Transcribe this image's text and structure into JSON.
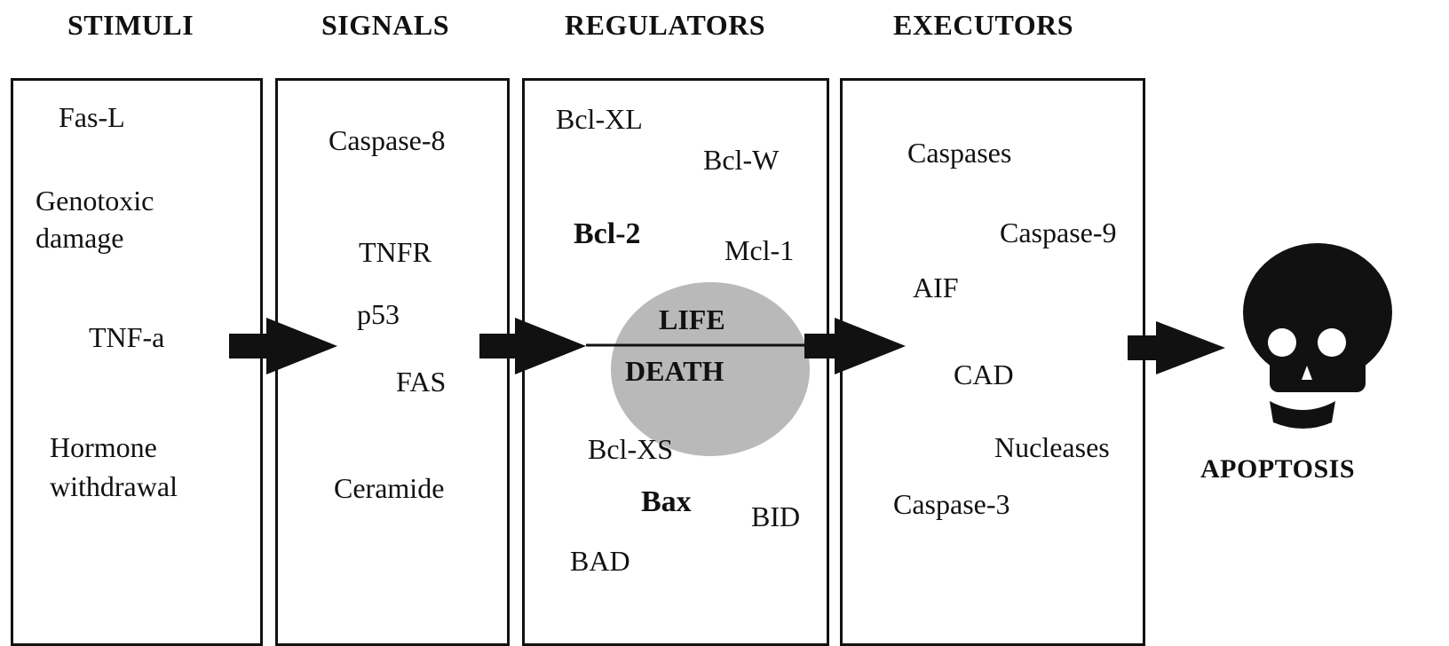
{
  "headers": {
    "stimuli": "STIMULI",
    "signals": "SIGNALS",
    "regulators": "REGULATORS",
    "executors": "EXECUTORS"
  },
  "stimuli": {
    "fas_l": "Fas-L",
    "genotoxic_line1": "Genotoxic",
    "genotoxic_line2": "damage",
    "tnf_a": "TNF-a",
    "hormone_line1": "Hormone",
    "hormone_line2": "withdrawal"
  },
  "signals": {
    "caspase8": "Caspase-8",
    "tnfr": "TNFR",
    "p53": "p53",
    "fas": "FAS",
    "ceramide": "Ceramide"
  },
  "regulators": {
    "bcl_xl": "Bcl-XL",
    "bcl_w": "Bcl-W",
    "bcl_2": "Bcl-2",
    "mcl_1": "Mcl-1",
    "life": "LIFE",
    "death": "DEATH",
    "bcl_xs": "Bcl-XS",
    "bax": "Bax",
    "bid": "BID",
    "bad": "BAD"
  },
  "executors": {
    "caspases": "Caspases",
    "caspase9": "Caspase-9",
    "aif": "AIF",
    "cad": "CAD",
    "nucleases": "Nucleases",
    "caspase3": "Caspase-3"
  },
  "outcome": {
    "apoptosis": "APOPTOSIS"
  },
  "colors": {
    "circle": "#b9b9b9",
    "ink": "#111111"
  },
  "icons": {
    "outcome": "skull-icon",
    "flow": "arrow-right-icon"
  }
}
